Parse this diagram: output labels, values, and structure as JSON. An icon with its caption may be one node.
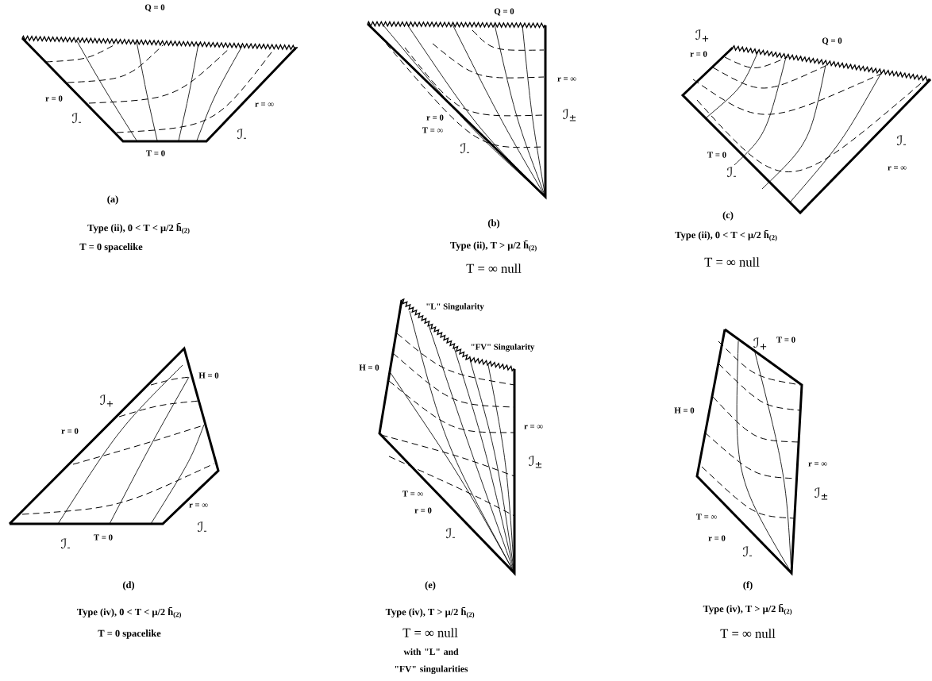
{
  "diagram": {
    "labels": [
      "Q = 0",
      "r = 0",
      "ℐ$_{-}$",
      "r = ∞",
      "ℐ$_{-}$",
      "T = 0",
      "(a)",
      "Type (ii), 0 < T < μ/2 h̄$_{(2)}$",
      "T = 0 spacelike",
      "Q = 0",
      "r = ∞",
      "ℐ$_{±}$",
      "r = 0",
      "T = ∞",
      "ℐ$_{-}$",
      "(b)",
      "Type (ii), T > μ/2 h̄$_{(2)}$",
      "T = ∞ null",
      "ℐ$_{+}$",
      "r = 0",
      "Q = 0",
      "T = 0",
      "ℐ$_{-}$",
      "ℐ$_{-}$",
      "r = ∞",
      "(c)",
      "Type (ii), 0 < T < μ/2 h̄$_{(2)}$",
      "T = ∞ null",
      "H = 0",
      "ℐ$_{+}$",
      "r = 0",
      "r = ∞",
      "ℐ$_{-}$",
      "T = 0",
      "ℐ$_{-}$",
      "(d)",
      "Type (iv), 0 < T < μ/2 h̄$_{(2)}$",
      "T = 0 spacelike",
      "\"L\" Singularity",
      "\"FV\" Singularity",
      "H = 0",
      "r = ∞",
      "ℐ$_{±}$",
      "T = ∞",
      "r = 0",
      "ℐ$_{-}$",
      "(e)",
      "Type (iv), T > μ/2 h̄$_{(2)}$",
      "T = ∞ null",
      "with \"L\" and \"FV\" singularities",
      "ℐ$_{+}$",
      "T = 0",
      "H = 0",
      "r = ∞",
      "ℐ$_{±}$",
      "T = ∞",
      "r = 0",
      "ℐ$_{-}$",
      "(f)",
      "Type (iv), T > μ/2 h̄$_{(2)}$",
      "T = ∞ null"
    ]
  }
}
